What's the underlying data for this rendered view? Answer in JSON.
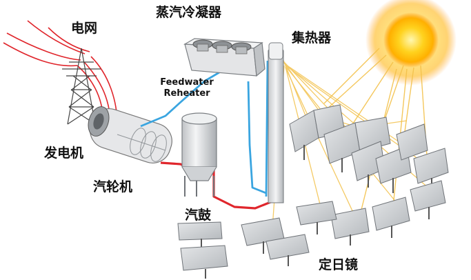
{
  "labels": {
    "grid": "电网",
    "condenser": "蒸汽冷凝器",
    "feedwater_reheater": "Feedwater Reheater",
    "collector": "集热器",
    "generator": "发电机",
    "turbine": "汽轮机",
    "steam_drum": "汽鼓",
    "heliostats": "定日镜"
  },
  "colors": {
    "hot_line": "#e0262c",
    "cold_line": "#3aa5e0",
    "power_line": "#e0262c",
    "sun_rays": "#f3c14b",
    "sun_core": "#ffd21e",
    "sun_glow": "#ff8a00",
    "mirror_fill": "#c9ccd0",
    "mirror_edge": "#6f7378",
    "metal": "#d7d9dc",
    "metal_dark": "#8c9095"
  }
}
